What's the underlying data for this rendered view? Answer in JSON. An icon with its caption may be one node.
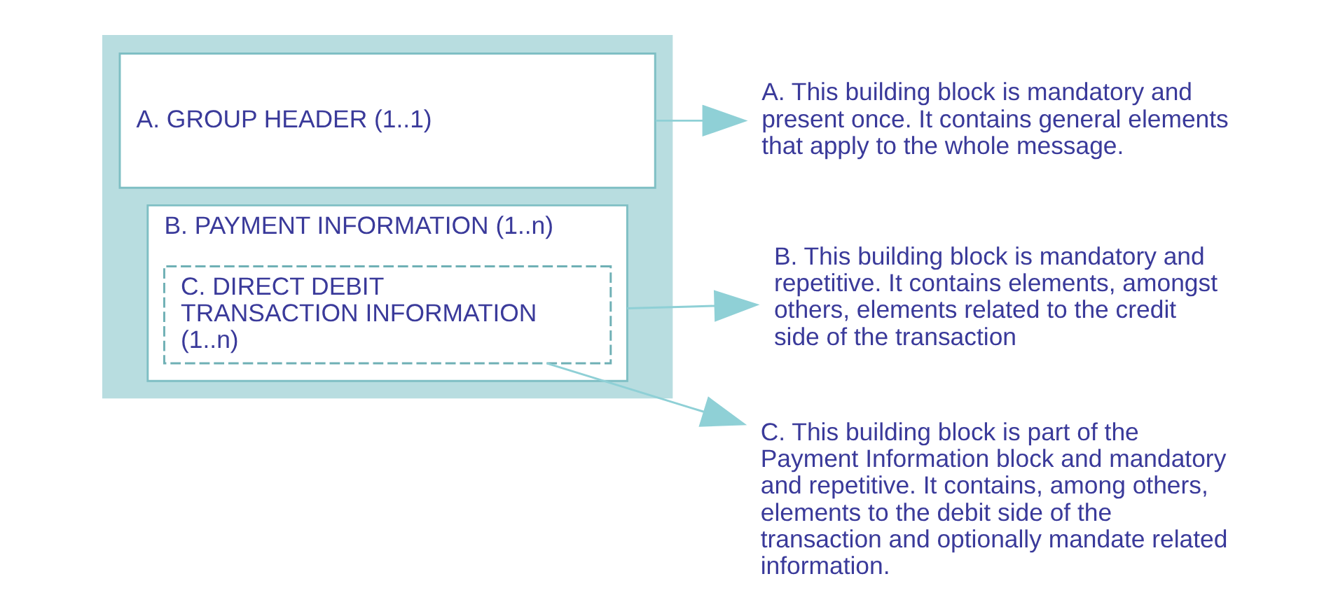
{
  "diagram": {
    "nodes": [
      {
        "text": [],
        "shape": "box"
      },
      {
        "text": [
          "A. GROUP HEADER (1..1)"
        ],
        "in": 0
      },
      {
        "text": [
          "B. PAYMENT INFORMATION (1..n)"
        ],
        "in": 0
      },
      {
        "text": [
          "C. DIRECT DEBIT TRANSACTION INFORMATION (1..n)"
        ],
        "in": 2
      },
      {
        "text": [
          "A. This building block is mandatory and present once. It contains general elements that apply to the whole message."
        ]
      },
      {
        "text": [
          "B. This building block is mandatory and repetitive. It contains elements, amongst others, elements related to the credit side of the transaction"
        ]
      },
      {
        "text": [
          "C. This building block is part of the Payment Information block and mandatory and repetitive. It contains, among others, elements to the debit side of the transaction and optionally mandate related information."
        ]
      }
    ],
    "edges": [
      {
        "from": 1,
        "to": 4,
        "arrow": "to"
      },
      {
        "from": 2,
        "to": 5,
        "arrow": "to"
      },
      {
        "from": 3,
        "to": 6,
        "arrow": "to"
      }
    ]
  }
}
